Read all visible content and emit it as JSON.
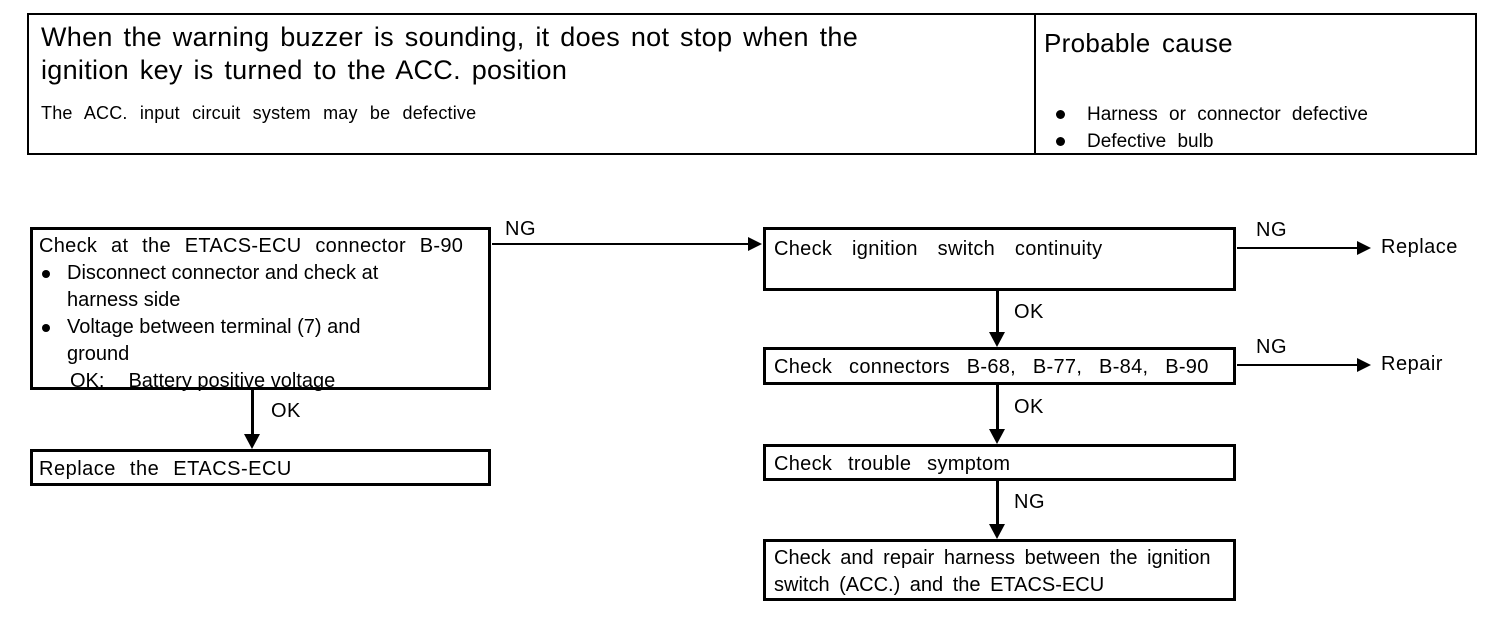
{
  "header": {
    "symptom_title": "When the warning buzzer is sounding, it does not stop when the\nignition key is turned to the ACC. position",
    "symptom_detail": "The ACC. input circuit system may be defective",
    "probable_cause_title": "Probable cause",
    "probable_causes": [
      "Harness or connector defective",
      "Defective bulb"
    ]
  },
  "flowchart": {
    "boxes": {
      "etacs_connector_check": {
        "title": "Check at the ETACS-ECU connector B-90",
        "bullet_1": "Disconnect connector and check at\nharness side",
        "bullet_2": "Voltage between terminal (7) and\nground",
        "ok_condition_label": "OK:",
        "ok_condition_value": "Battery positive voltage"
      },
      "replace_etacs": "Replace the ETACS-ECU",
      "ignition_switch_continuity": "Check ignition switch continuity",
      "check_connectors": "Check connectors B-68, B-77, B-84, B-90",
      "check_trouble_symptom": "Check trouble symptom",
      "check_repair_harness": "Check and repair harness between the ignition\nswitch (ACC.) and the ETACS-ECU"
    },
    "edge_labels": {
      "etacs_to_ignition_ng": "NG",
      "etacs_to_replace_ecu_ok": "OK",
      "ignition_to_replace_ng": "NG",
      "ignition_to_connectors_ok": "OK",
      "connectors_to_repair_ng": "NG",
      "connectors_to_trouble_ok": "OK",
      "trouble_to_harness_ng": "NG"
    },
    "terminals": {
      "replace": "Replace",
      "repair": "Repair"
    }
  }
}
